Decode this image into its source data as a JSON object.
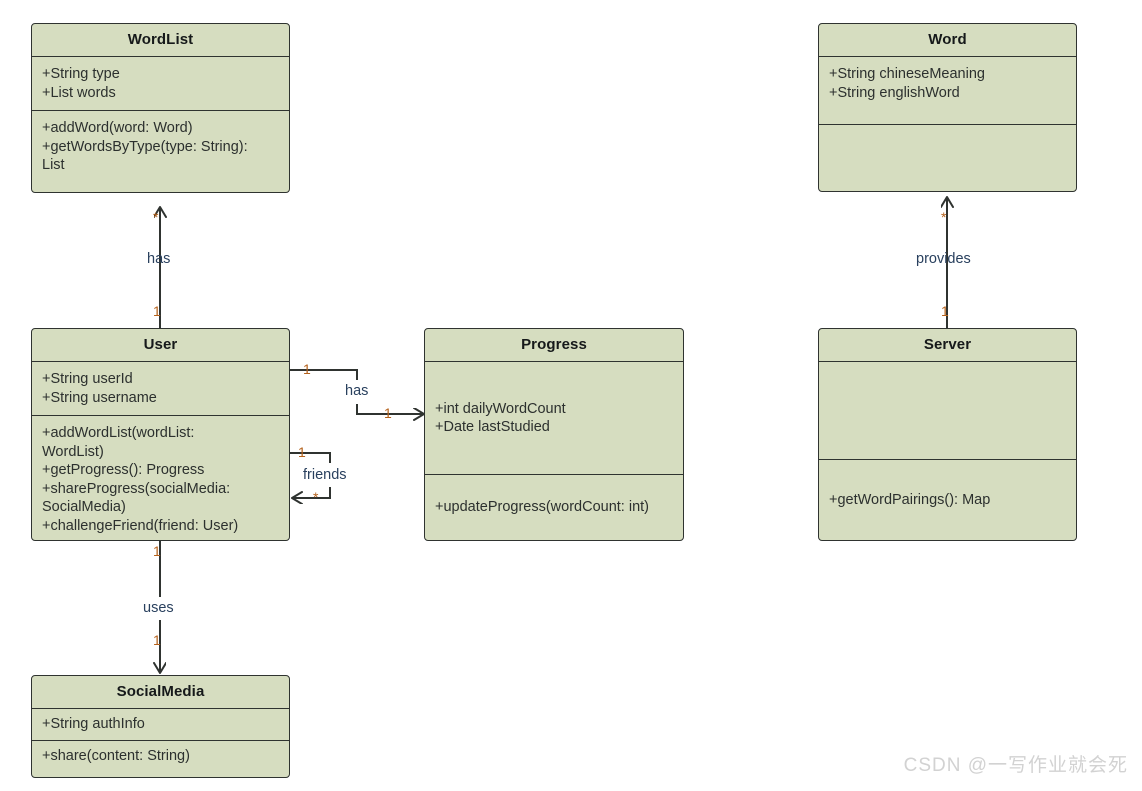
{
  "diagram": {
    "type": "uml-class-diagram",
    "background": "#ffffff",
    "class_fill": "#d6ddc0",
    "class_stroke": "#2f3330",
    "edge_label_color": "#29405e",
    "multiplicity_color": "#b4611b"
  },
  "classes": [
    {
      "id": "wordlist",
      "name": "WordList",
      "attributes": "+String type\n+List words",
      "methods": "+addWord(word: Word)\n+getWordsByType(type: String):\nList"
    },
    {
      "id": "word",
      "name": "Word",
      "attributes": "+String chineseMeaning\n+String englishWord",
      "methods": ""
    },
    {
      "id": "user",
      "name": "User",
      "attributes": "+String userId\n+String username",
      "methods": "+addWordList(wordList:\nWordList)\n+getProgress(): Progress\n+shareProgress(socialMedia:\nSocialMedia)\n+challengeFriend(friend: User)"
    },
    {
      "id": "progress",
      "name": "Progress",
      "attributes": "+int dailyWordCount\n+Date lastStudied",
      "methods": "+updateProgress(wordCount: int)"
    },
    {
      "id": "server",
      "name": "Server",
      "attributes": "",
      "methods": "+getWordPairings(): Map"
    },
    {
      "id": "socialmedia",
      "name": "SocialMedia",
      "attributes": "+String authInfo",
      "methods": "+share(content: String)"
    }
  ],
  "relationships": [
    {
      "id": "user-has-wordlist",
      "from": "User",
      "to": "WordList",
      "label": "has",
      "source_multiplicity": "1",
      "target_multiplicity": "*"
    },
    {
      "id": "server-provides-word",
      "from": "Server",
      "to": "Word",
      "label": "provides",
      "source_multiplicity": "1",
      "target_multiplicity": "*"
    },
    {
      "id": "user-has-progress",
      "from": "User",
      "to": "Progress",
      "label": "has",
      "source_multiplicity": "1",
      "target_multiplicity": "1"
    },
    {
      "id": "user-friends-user",
      "from": "User",
      "to": "User",
      "label": "friends",
      "source_multiplicity": "1",
      "target_multiplicity": "*"
    },
    {
      "id": "user-uses-socialmedia",
      "from": "User",
      "to": "SocialMedia",
      "label": "uses",
      "source_multiplicity": "1",
      "target_multiplicity": "1"
    }
  ],
  "watermark": {
    "text": "CSDN @一写作业就会死"
  }
}
